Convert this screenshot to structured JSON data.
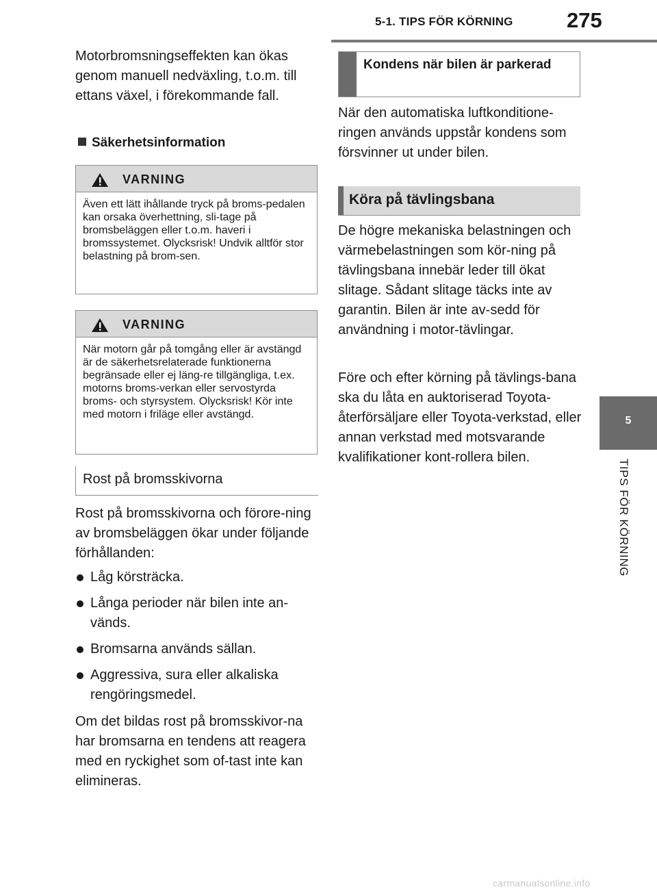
{
  "header": {
    "section_title": "5-1. TIPS FÖR KÖRNING",
    "page_number": "275"
  },
  "side_tab": {
    "chapter_number": "5",
    "chapter_title": "TIPS FÖR KÖRNING"
  },
  "left_column": {
    "intro_paragraph": "Motorbromsningseffekten kan ökas genom manuell nedväxling, t.o.m. till ettans växel, i förekommande fall.",
    "safety_heading": "Säkerhetsinformation",
    "warning_1": {
      "label": "VARNING",
      "text": "Även ett lätt ihållande tryck på broms-pedalen kan orsaka överhettning, sli-tage på bromsbeläggen eller t.o.m. haveri i bromssystemet. Olycksrisk! Undvik alltför stor belastning på brom-sen."
    },
    "warning_2": {
      "label": "VARNING",
      "text": "När motorn går på tomgång eller är avstängd är de säkerhetsrelaterade funktionerna begränsade eller ej läng-re tillgängliga, t.ex. motorns broms-verkan eller servostyrda broms- och styrsystem. Olycksrisk! Kör inte med motorn i friläge eller avstängd."
    },
    "rust_heading": "Rost på bromsskivorna",
    "rust_paragraph": "Rost på bromsskivorna och förore-ning av bromsbeläggen ökar under följande förhållanden:",
    "rust_conditions": [
      "Låg körsträcka.",
      "Långa perioder när bilen inte an-vänds.",
      "Bromsarna används sällan.",
      "Aggressiva, sura eller alkaliska rengöringsmedel."
    ],
    "rust_consequence": "Om det bildas rost på bromsskivor-na har bromsarna en tendens att reagera med en ryckighet som of-tast inte kan elimineras."
  },
  "right_column": {
    "condensation_heading": "Kondens när bilen är parkerad",
    "condensation_paragraph": "När den automatiska luftkonditione-ringen används uppstår kondens som försvinner ut under bilen.",
    "racetrack_heading": "Köra på tävlingsbana",
    "racetrack_paragraph_1": "De högre mekaniska belastningen och värmebelastningen som kör-ning på tävlingsbana innebär leder till ökat slitage. Sådant slitage täcks inte av garantin. Bilen är inte av-sedd för användning i motor-tävlingar.",
    "racetrack_paragraph_2": "Före och efter körning på tävlings-bana ska du låta en auktoriserad Toyota-återförsäljare eller Toyota-verkstad, eller annan verkstad med motsvarande kvalifikationer kont-rollera bilen."
  },
  "watermark": "carmanualsonline.info",
  "colors": {
    "tab_gray": "#6b6b6b",
    "box_header_gray": "#d9d9d9",
    "border_gray": "#8e8e8e",
    "text": "#1a1a1a"
  }
}
